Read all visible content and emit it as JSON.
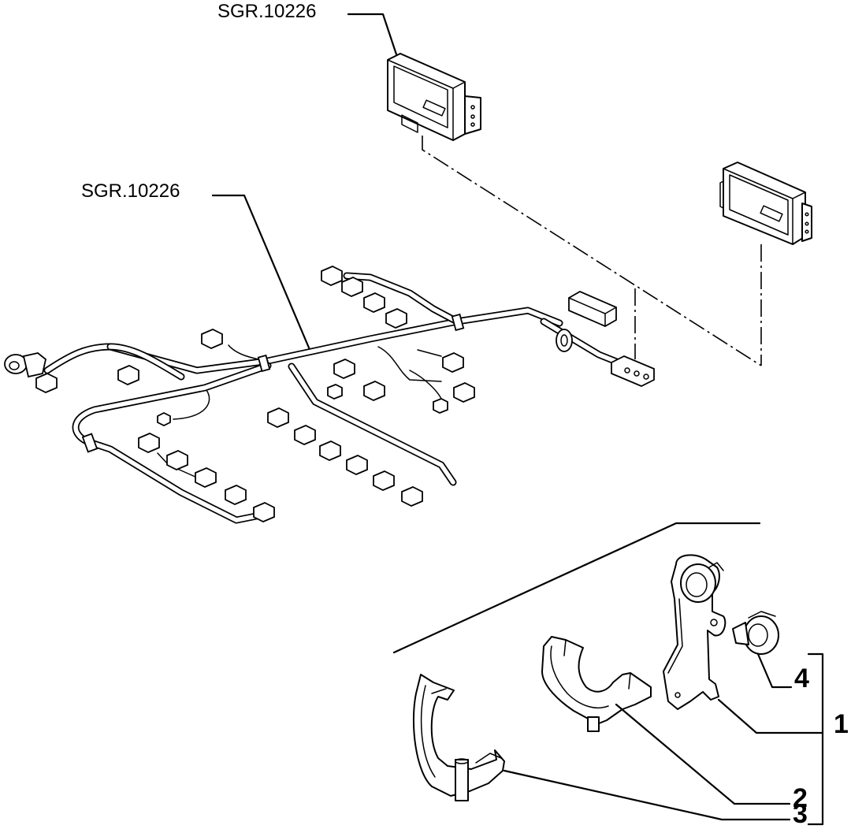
{
  "labels": {
    "ecu_ref": "SGR.10226",
    "harness_ref": "SGR.10226",
    "item_1": "1",
    "item_2": "2",
    "item_3": "3",
    "item_4": "4"
  }
}
